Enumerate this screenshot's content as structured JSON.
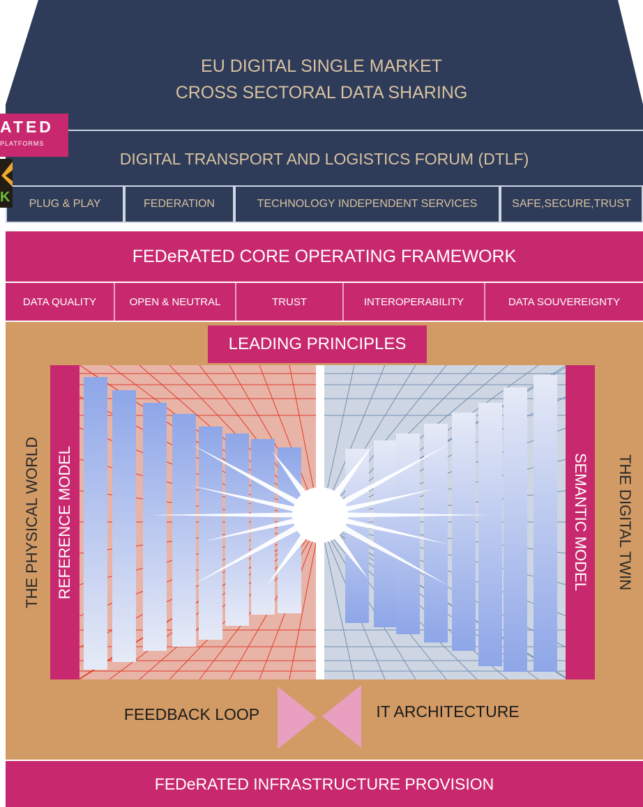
{
  "roof": {
    "line1": "EU DIGITAL SINGLE MARKET",
    "line2": "CROSS SECTORAL DATA SHARING",
    "color": "#2e3b59"
  },
  "dtlf": {
    "title": "DIGITAL TRANSPORT AND LOGISTICS FORUM (DTLF)",
    "cells": [
      "PLUG & PLAY",
      "FEDERATION",
      "TECHNOLOGY INDEPENDENT SERVICES",
      "SAFE,SECURE,TRUST"
    ]
  },
  "logo": {
    "big": "ATED",
    "small": "PLATFORMS",
    "k": "K"
  },
  "core": {
    "title": "FEDeRATED CORE OPERATING FRAMEWORK",
    "principles": [
      "DATA QUALITY",
      "OPEN & NEUTRAL",
      "TRUST",
      "INTEROPERABILITY",
      "DATA SOUVEREIGNTY"
    ]
  },
  "house": {
    "leading": "LEADING PRINCIPLES",
    "reference_model": "REFERENCE MODEL",
    "semantic_model": "SEMANTIC MODEL",
    "physical_world": "THE PHYSICAL WORLD",
    "digital_twin": "THE DIGITAL TWIN",
    "feedback": "FEEDBACK LOOP",
    "it_architecture": "IT ARCHITECTURE"
  },
  "infrastructure": "FEDeRATED INFRASTRUCTURE PROVISION",
  "colors": {
    "navy": "#2e3b59",
    "magenta": "#c8296e",
    "tan": "#d29a65",
    "beige_text": "#d9c3a0",
    "red_grid": "#e03a2a",
    "blue_grid": "#6f8fb0",
    "pink_triangle": "#e9a0c0"
  }
}
